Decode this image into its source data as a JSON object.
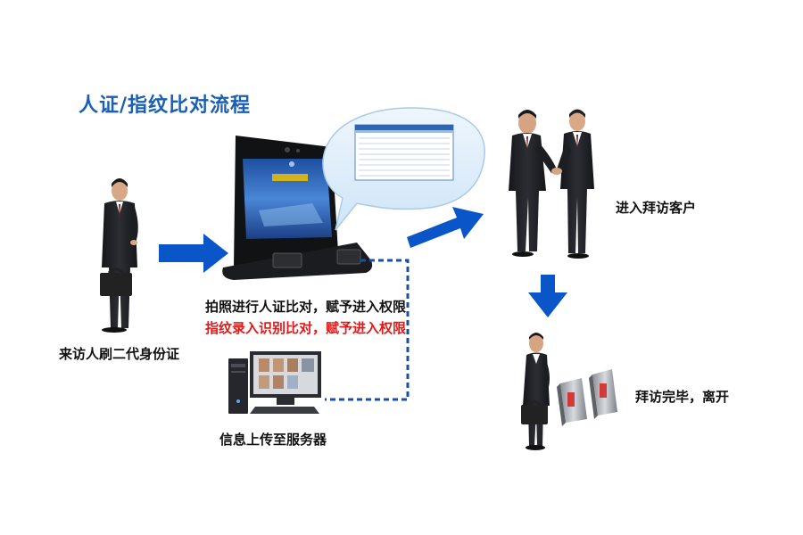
{
  "title": "人证/指纹比对流程",
  "steps": {
    "visitor_swipe": "来访人刷二代身份证",
    "photo_compare": "拍照进行人证比对，赋予进入权限",
    "fingerprint_compare": "指纹录入识别比对，赋予进入权限",
    "upload_server": "信息上传至服务器",
    "enter_visit": "进入拜访客户",
    "leave": "拜访完毕，离开"
  },
  "colors": {
    "title": "#1b5fb5",
    "arrow": "#0a55c8",
    "highlight": "#e01919",
    "dashed_line": "#1a4fa8"
  }
}
